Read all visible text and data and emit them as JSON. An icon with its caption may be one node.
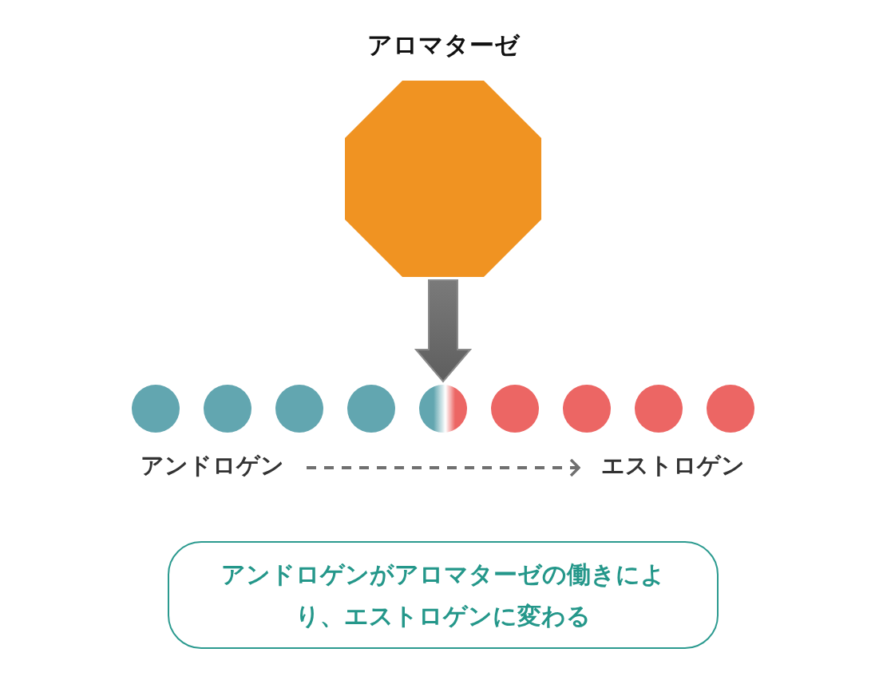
{
  "diagram": {
    "nodes": [
      {
        "text": [
          "アロマターゼ"
        ]
      },
      {
        "text": [],
        "shape": "circle"
      },
      {
        "text": [],
        "shape": "circle"
      },
      {
        "text": [],
        "shape": "circle"
      },
      {
        "text": [],
        "shape": "circle"
      },
      {
        "text": [],
        "shape": "circle"
      },
      {
        "text": [],
        "shape": "circle"
      },
      {
        "text": [],
        "shape": "circle"
      },
      {
        "text": [],
        "shape": "circle"
      },
      {
        "text": [],
        "shape": "circle"
      },
      {
        "text": [
          "アンドロゲン"
        ]
      },
      {
        "text": [
          "エストロゲン"
        ]
      },
      {
        "text": [
          "アンドロゲンがアロマターゼの働きにより、エストロゲンに変わる"
        ]
      }
    ],
    "edges": [
      {
        "from": 0,
        "to": 5,
        "arrow": "to",
        "style": "thick"
      },
      {
        "from": 10,
        "to": 11,
        "arrow": "to",
        "style": "dashed"
      }
    ]
  }
}
